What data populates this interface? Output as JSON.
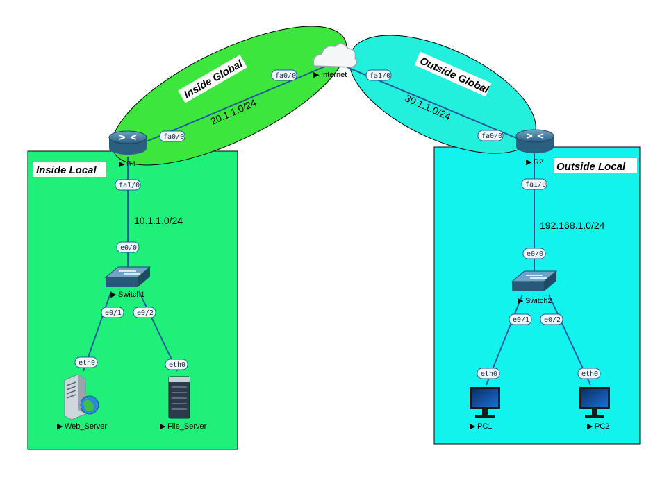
{
  "zones": {
    "inside_local": "Inside Local",
    "outside_local": "Outside Local",
    "inside_global": "Inside Global",
    "outside_global": "Outside Global"
  },
  "subnets": {
    "inside_global": "20.1.1.0/24",
    "outside_global": "30.1.1.0/24",
    "inside_local": "10.1.1.0/24",
    "outside_local": "192.168.1.0/24"
  },
  "nodes": {
    "internet": "Internet",
    "r1": "R1",
    "r2": "R2",
    "switch1": "Switch1",
    "switch2": "Switch2",
    "web_server": "Web_Server",
    "file_server": "File_Server",
    "pc1": "PC1",
    "pc2": "PC2"
  },
  "interfaces": {
    "r1_fa00": "fa0/0",
    "r1_fa10": "fa1/0",
    "internet_fa00": "fa0/0",
    "internet_fa10": "fa1/0",
    "r2_fa00": "fa0/0",
    "r2_fa10": "fa1/0",
    "sw1_e00": "e0/0",
    "sw1_e01": "e0/1",
    "sw1_e02": "e0/2",
    "web_eth0": "eth0",
    "file_eth0": "eth0",
    "sw2_e00": "e0/0",
    "sw2_e01": "e0/1",
    "sw2_e02": "e0/2",
    "pc1_eth0": "eth0",
    "pc2_eth0": "eth0"
  },
  "colors": {
    "inside_local": "#1ef07a",
    "outside_local": "#12f3ee",
    "inside_global": "#3ce63c",
    "outside_global": "#22efdc",
    "link": "#1f5b9b",
    "router": "#2f6b8f",
    "switch": "#2f6b8f"
  },
  "icons": {
    "internet": "cloud-icon",
    "router": "router-icon",
    "switch": "switch-icon",
    "web_server": "web-server-icon",
    "file_server": "file-server-icon",
    "pc": "desktop-monitor-icon"
  }
}
